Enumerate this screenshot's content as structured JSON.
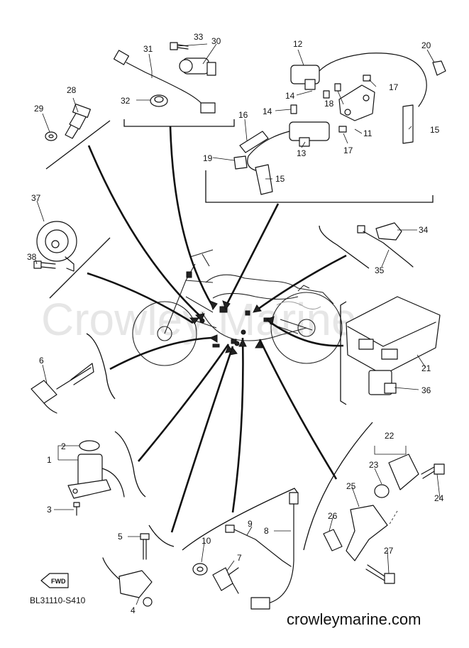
{
  "diagram": {
    "watermark": "Crowley Marine",
    "footer_code": "BL31110-S410",
    "website": "crowleymarine.com",
    "fwd_label": "FWD",
    "callouts": [
      "1",
      "2",
      "3",
      "4",
      "5",
      "6",
      "7",
      "8",
      "9",
      "10",
      "11",
      "12",
      "13",
      "14",
      "14",
      "15",
      "15",
      "16",
      "17",
      "17",
      "18",
      "19",
      "20",
      "21",
      "22",
      "23",
      "24",
      "25",
      "26",
      "27",
      "28",
      "29",
      "30",
      "31",
      "32",
      "33",
      "34",
      "35",
      "36",
      "37",
      "38"
    ]
  }
}
